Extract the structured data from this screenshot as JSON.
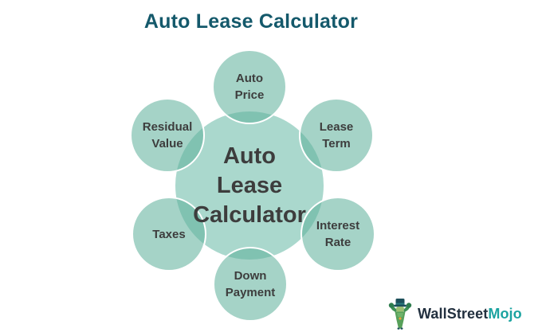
{
  "title": "Auto Lease Calculator",
  "diagram": {
    "center": {
      "label": "Auto Lease Calculator",
      "lines": [
        "Auto",
        "Lease",
        "Calculator"
      ]
    },
    "satellites": [
      {
        "id": "auto-price",
        "label": "Auto Price",
        "lines": [
          "Auto",
          "Price"
        ]
      },
      {
        "id": "lease-term",
        "label": "Lease Term",
        "lines": [
          "Lease",
          "Term"
        ]
      },
      {
        "id": "interest-rate",
        "label": "Interest Rate",
        "lines": [
          "Interest",
          "Rate"
        ]
      },
      {
        "id": "down-payment",
        "label": "Down Payment",
        "lines": [
          "Down",
          "Payment"
        ]
      },
      {
        "id": "taxes",
        "label": "Taxes",
        "lines": [
          "Taxes",
          ""
        ]
      },
      {
        "id": "residual-value",
        "label": "Residual Value",
        "lines": [
          "Residual",
          "Value"
        ]
      }
    ]
  },
  "logo": {
    "part1": "WallStreet",
    "part2": "Mojo",
    "mascot": "wallstreetmojo-mascot"
  },
  "colors": {
    "title_text": "#14596b",
    "center_circle_fill": "#aad8cd",
    "satellite_circle_fill": "#a5d3c8",
    "circle_overlap": "#80c2b2",
    "circle_border": "#ffffff",
    "circle_text": "#3d3d3d",
    "brand_dark": "#22303f",
    "brand_teal": "#1ba3a0"
  }
}
